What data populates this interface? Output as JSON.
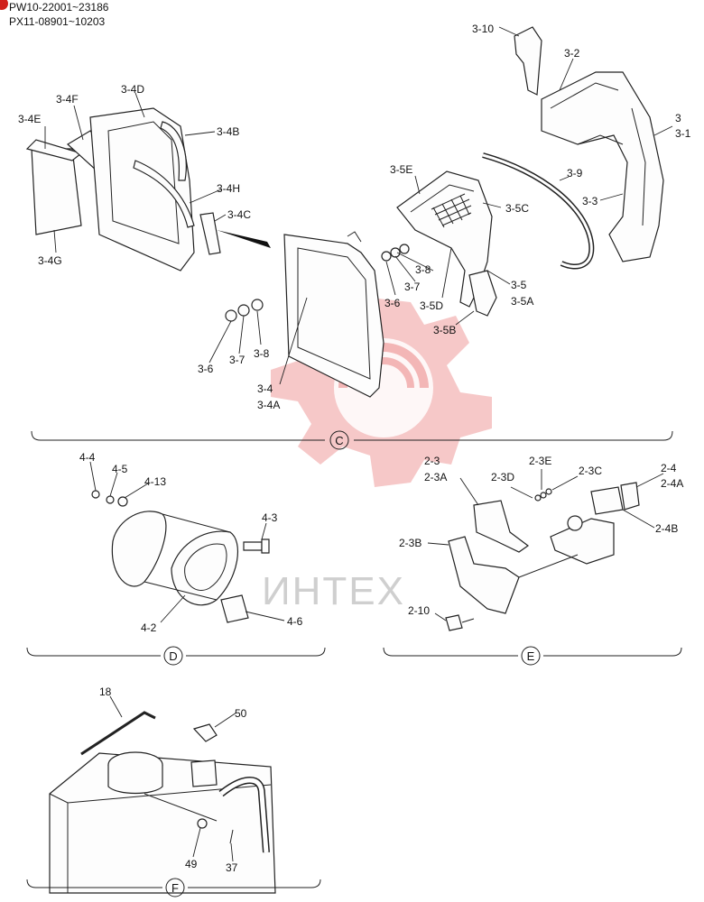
{
  "header": {
    "serial_line_1": "PW10-22001~23186",
    "serial_line_2": "PX11-08901~10203"
  },
  "watermark": {
    "text": "ИНТЕХ",
    "color": "#f3b6b6"
  },
  "sections": {
    "c": "C",
    "d": "D",
    "e": "E",
    "f": "F"
  },
  "labels": {
    "p3_10": "3-10",
    "p3_2": "3-2",
    "p3": "3",
    "p3_1": "3-1",
    "p3_9": "3-9",
    "p3_3": "3-3",
    "p3_4D": "3-4D",
    "p3_4F": "3-4F",
    "p3_4E": "3-4E",
    "p3_4B": "3-4B",
    "p3_4H": "3-4H",
    "p3_4C": "3-4C",
    "p3_4G": "3-4G",
    "p3_5E": "3-5E",
    "p3_5C": "3-5C",
    "p3_8a": "3-8",
    "p3_7a": "3-7",
    "p3_6a": "3-6",
    "p3_5D": "3-5D",
    "p3_5": "3-5",
    "p3_5A": "3-5A",
    "p3_5B": "3-5B",
    "p3_6b": "3-6",
    "p3_7b": "3-7",
    "p3_8b": "3-8",
    "p3_4": "3-4",
    "p3_4A": "3-4A",
    "p4_4": "4-4",
    "p4_5": "4-5",
    "p4_13": "4-13",
    "p4_3": "4-3",
    "p4_2": "4-2",
    "p4_6": "4-6",
    "p2_3": "2-3",
    "p2_3A": "2-3A",
    "p2_3E": "2-3E",
    "p2_3D": "2-3D",
    "p2_3C": "2-3C",
    "p2_4": "2-4",
    "p2_4A": "2-4A",
    "p2_4B": "2-4B",
    "p2_3B": "2-3B",
    "p2_10": "2-10",
    "p18": "18",
    "p50": "50",
    "p49": "49",
    "p37": "37"
  }
}
